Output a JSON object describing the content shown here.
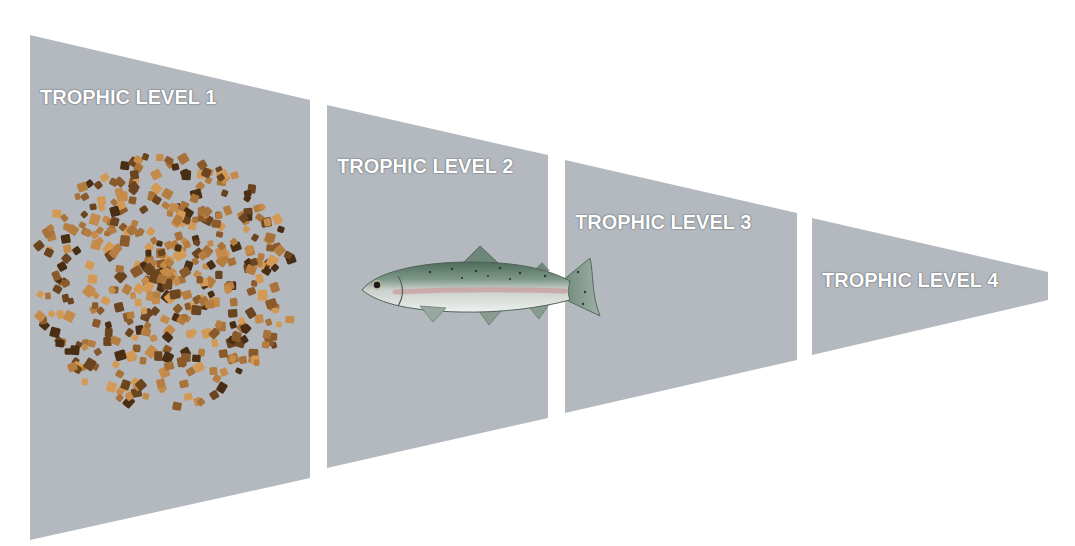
{
  "diagram": {
    "nodes": [
      {
        "text": [
          "TROPHIC LEVEL 1"
        ]
      },
      {
        "text": [
          "TROPHIC LEVEL 2"
        ]
      },
      {
        "text": [
          "TROPHIC LEVEL 3"
        ]
      },
      {
        "text": [
          "TROPHIC LEVEL 4"
        ]
      }
    ]
  }
}
